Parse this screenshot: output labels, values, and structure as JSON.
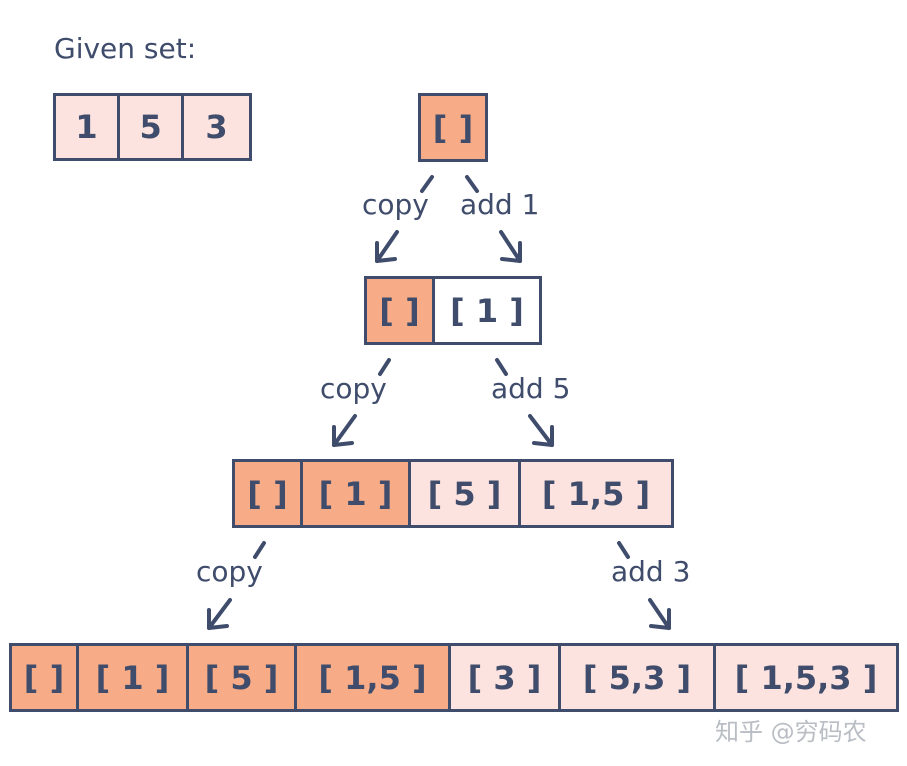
{
  "given": {
    "title": "Given set:",
    "values": [
      "1",
      "5",
      "3"
    ]
  },
  "levels": [
    {
      "cells": [
        {
          "text": "[ ]",
          "color": "#f7ab87"
        }
      ]
    },
    {
      "cells": [
        {
          "text": "[ ]",
          "color": "#f7ab87"
        },
        {
          "text": "[ 1 ]",
          "color": "#ffffff"
        }
      ]
    },
    {
      "cells": [
        {
          "text": "[ ]",
          "color": "#f7ab87"
        },
        {
          "text": "[ 1 ]",
          "color": "#f7ab87"
        },
        {
          "text": "[ 5 ]",
          "color": "#fde3df"
        },
        {
          "text": "[ 1,5 ]",
          "color": "#fde3df"
        }
      ]
    },
    {
      "cells": [
        {
          "text": "[ ]",
          "color": "#f7ab87"
        },
        {
          "text": "[ 1 ]",
          "color": "#f7ab87"
        },
        {
          "text": "[ 5 ]",
          "color": "#f7ab87"
        },
        {
          "text": "[ 1,5 ]",
          "color": "#f7ab87"
        },
        {
          "text": "[ 3 ]",
          "color": "#fde3df"
        },
        {
          "text": "[ 5,3 ]",
          "color": "#fde3df"
        },
        {
          "text": "[ 1,5,3 ]",
          "color": "#fde3df"
        }
      ]
    }
  ],
  "edges": [
    {
      "copy": "copy",
      "add": "add 1"
    },
    {
      "copy": "copy",
      "add": "add 5"
    },
    {
      "copy": "copy",
      "add": "add 3"
    }
  ],
  "watermark": "知乎 @穷码农",
  "colors": {
    "ink": "#3f4c6b",
    "orange": "#f7ab87",
    "pink": "#fde3df"
  }
}
